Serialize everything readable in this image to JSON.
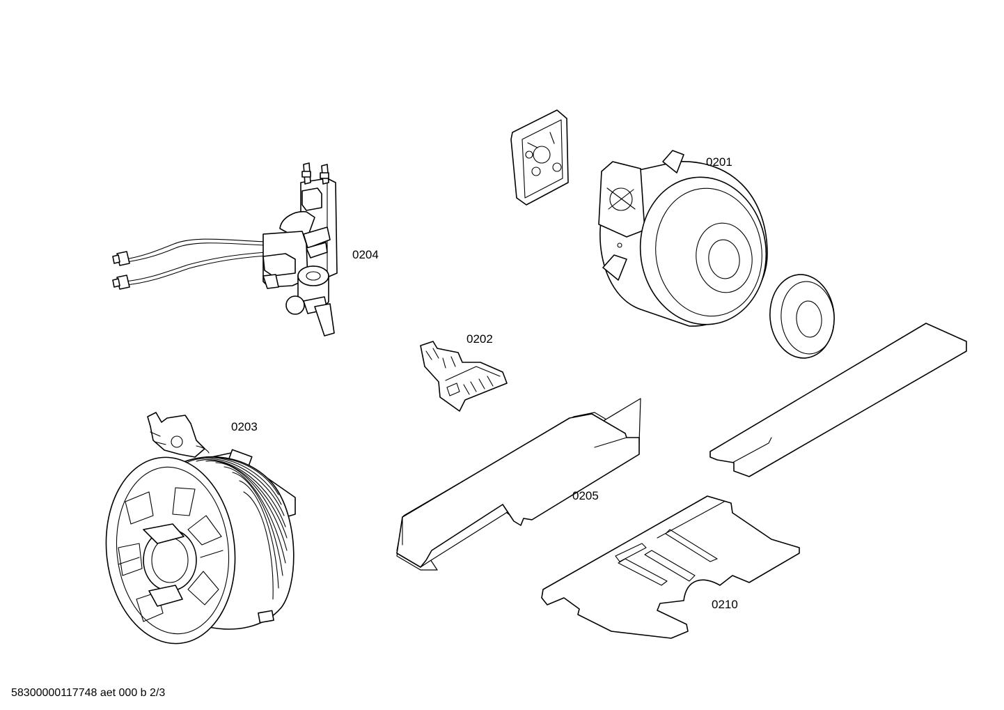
{
  "parts": [
    {
      "id": "motor",
      "label": "0201"
    },
    {
      "id": "switch",
      "label": "0202"
    },
    {
      "id": "cable-reel",
      "label": "0203"
    },
    {
      "id": "electronics",
      "label": "0204"
    },
    {
      "id": "filter-mat",
      "label": "0205"
    },
    {
      "id": "foam-plate",
      "label": "0210"
    }
  ],
  "footer": {
    "reference": "58300000117748 aet 000 b 2/3"
  },
  "colors": {
    "line": "#000000",
    "background": "#ffffff"
  }
}
